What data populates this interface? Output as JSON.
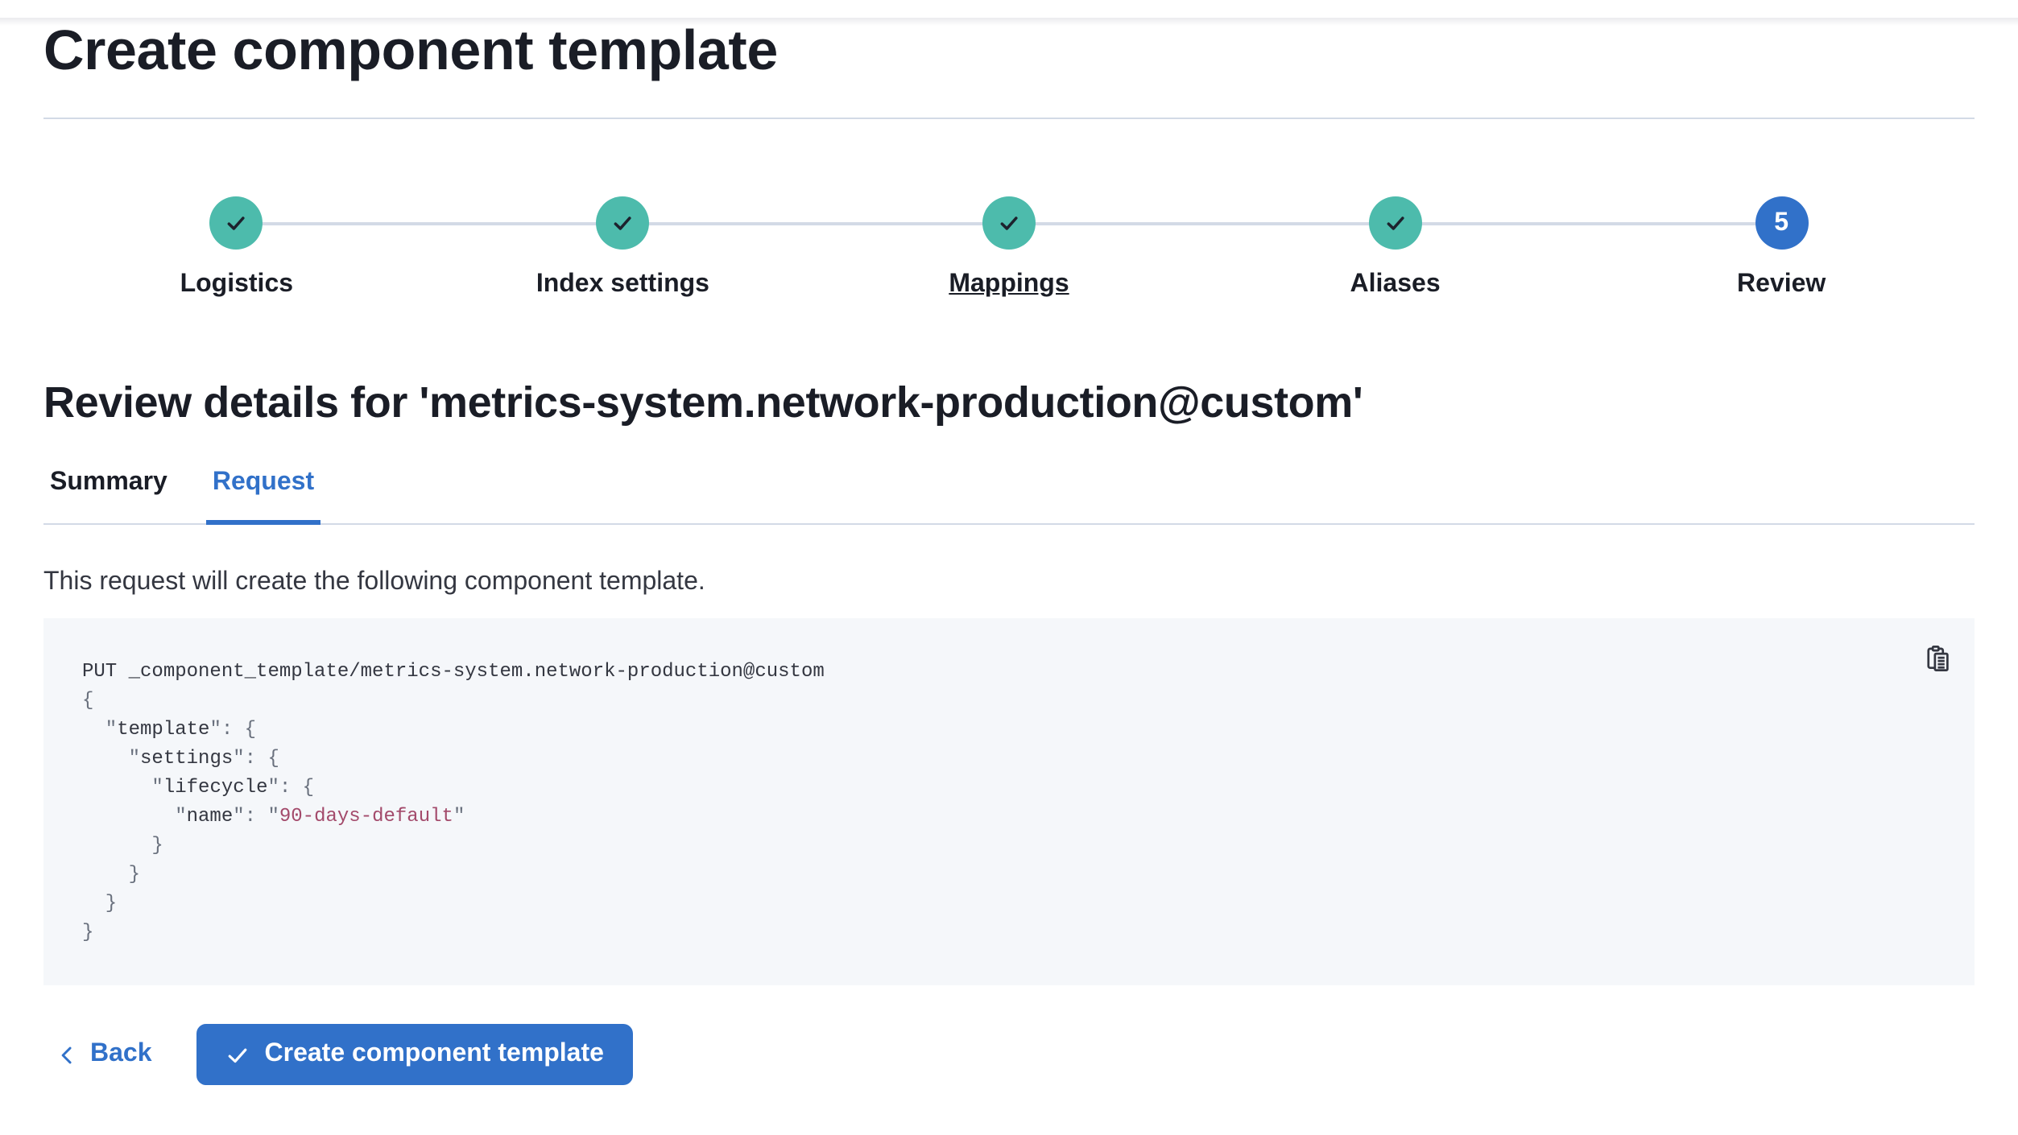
{
  "header": {
    "title": "Create component template"
  },
  "stepper": {
    "steps": [
      {
        "label": "Logistics",
        "status": "complete",
        "icon": "check-icon"
      },
      {
        "label": "Index settings",
        "status": "complete",
        "icon": "check-icon"
      },
      {
        "label": "Mappings",
        "status": "complete",
        "icon": "check-icon",
        "underlined": true
      },
      {
        "label": "Aliases",
        "status": "complete",
        "icon": "check-icon"
      },
      {
        "label": "Review",
        "status": "current",
        "number": "5"
      }
    ]
  },
  "review": {
    "heading": "Review details for 'metrics-system.network-production@custom'",
    "tabs": [
      {
        "label": "Summary",
        "active": false
      },
      {
        "label": "Request",
        "active": true
      }
    ],
    "description": "This request will create the following component template."
  },
  "code": {
    "copy_icon": "copy-clipboard-icon",
    "lines": [
      [
        [
          "text",
          "PUT _component_template/metrics-system.network-production@custom"
        ]
      ],
      [
        [
          "punc",
          "{"
        ]
      ],
      [
        [
          "punc",
          "  \""
        ],
        [
          "key",
          "template"
        ],
        [
          "punc",
          "\": {"
        ]
      ],
      [
        [
          "punc",
          "    \""
        ],
        [
          "key",
          "settings"
        ],
        [
          "punc",
          "\": {"
        ]
      ],
      [
        [
          "punc",
          "      \""
        ],
        [
          "key",
          "lifecycle"
        ],
        [
          "punc",
          "\": {"
        ]
      ],
      [
        [
          "punc",
          "        \""
        ],
        [
          "key",
          "name"
        ],
        [
          "punc",
          "\": \""
        ],
        [
          "string",
          "90-days-default"
        ],
        [
          "punc",
          "\""
        ]
      ],
      [
        [
          "punc",
          "      }"
        ]
      ],
      [
        [
          "punc",
          "    }"
        ]
      ],
      [
        [
          "punc",
          "  }"
        ]
      ],
      [
        [
          "punc",
          "}"
        ]
      ]
    ]
  },
  "footer": {
    "back": "Back",
    "create": "Create component template"
  },
  "colors": {
    "primary": "#3171c9",
    "success": "#4dbbac",
    "divider": "#d3dae6",
    "heading_text": "#1a1d26",
    "body_text": "#343741",
    "code_background": "#f5f7fa",
    "code_punctuation": "#69707d",
    "code_key": "#343741",
    "code_string": "#a34a6b"
  }
}
